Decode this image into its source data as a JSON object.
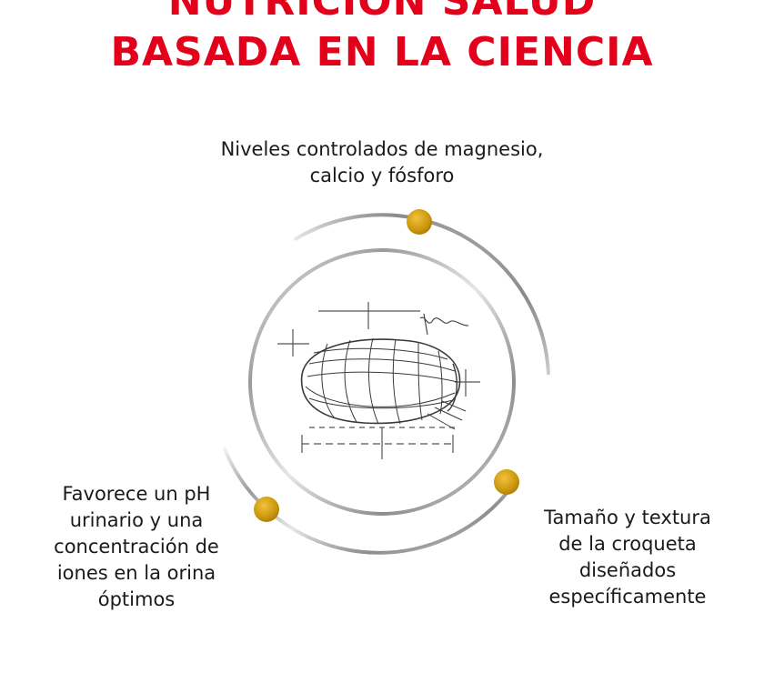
{
  "title": {
    "line1": "NUTRICIÓN SALUD",
    "line2": "BASADA EN LA CIENCIA"
  },
  "benefits": [
    {
      "lines": [
        "Niveles controlados de magnesio,",
        "calcio y fósforo"
      ]
    },
    {
      "lines": [
        "Favorece un pH",
        "urinario y una",
        "concentración de",
        "iones en la orina",
        "óptimos"
      ]
    },
    {
      "lines": [
        "Tamaño y textura",
        "de la croqueta",
        "diseñados",
        "específicamente"
      ]
    }
  ],
  "colors": {
    "title": "#e2001a",
    "dot": "#d4a20f",
    "ring": "#c8c8c8",
    "text": "#1a1a1a"
  },
  "icons": {
    "center": "kibble-sketch-icon",
    "dots": "gold-dot-icon"
  }
}
